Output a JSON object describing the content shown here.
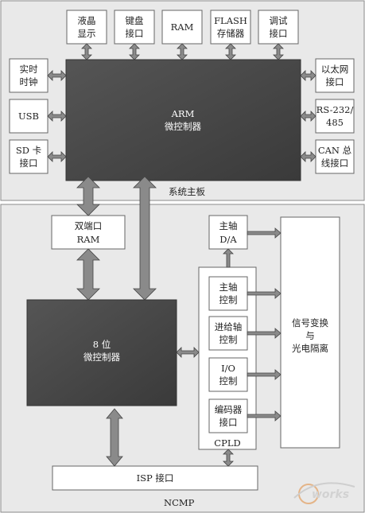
{
  "main_board": {
    "label": "系统主板",
    "modules_top": [
      {
        "id": "lcd",
        "lines": [
          "液晶",
          "显示"
        ]
      },
      {
        "id": "keyboard",
        "lines": [
          "键盘",
          "接口"
        ]
      },
      {
        "id": "ram",
        "lines": [
          "RAM"
        ]
      },
      {
        "id": "flash",
        "lines": [
          "FLASH",
          "存储器"
        ]
      },
      {
        "id": "debug",
        "lines": [
          "调试",
          "接口"
        ]
      }
    ],
    "modules_left": [
      {
        "id": "rtc",
        "lines": [
          "实时",
          "时钟"
        ]
      },
      {
        "id": "usb",
        "lines": [
          "USB"
        ]
      },
      {
        "id": "sd",
        "lines": [
          "SD 卡",
          "接口"
        ]
      }
    ],
    "modules_right": [
      {
        "id": "ethernet",
        "lines": [
          "以太网",
          "接口"
        ]
      },
      {
        "id": "rs232",
        "lines": [
          "RS-232/",
          "485"
        ]
      },
      {
        "id": "can",
        "lines": [
          "CAN 总",
          "线接口"
        ]
      }
    ],
    "cpu": {
      "lines": [
        "ARM",
        "微控制器"
      ]
    }
  },
  "ncmp_board": {
    "label": "NCMP",
    "dual_port_ram": {
      "lines": [
        "双端口",
        "RAM"
      ]
    },
    "mcu8": {
      "lines": [
        "8 位",
        "微控制器"
      ]
    },
    "spindle_da": {
      "lines": [
        "主轴",
        "D/A"
      ]
    },
    "cpld": {
      "label": "CPLD",
      "blocks": [
        {
          "id": "spindle_ctrl",
          "lines": [
            "主轴",
            "控制"
          ]
        },
        {
          "id": "feed_ctrl",
          "lines": [
            "进给轴",
            "控制"
          ]
        },
        {
          "id": "io_ctrl",
          "lines": [
            "I/O",
            "控制"
          ]
        },
        {
          "id": "encoder",
          "lines": [
            "编码器",
            "接口"
          ]
        }
      ]
    },
    "signal": {
      "lines": [
        "信号变换",
        "与",
        "光电隔离"
      ]
    },
    "isp": {
      "lines": [
        "ISP 接口"
      ]
    }
  },
  "watermark": "e-works",
  "colors": {
    "board_bg": "#e8e8e8",
    "cpu_fill": "#4a4a4a",
    "box_fill": "#ffffff",
    "arrow_fill": "#8a8a8a",
    "stroke": "#555555"
  }
}
